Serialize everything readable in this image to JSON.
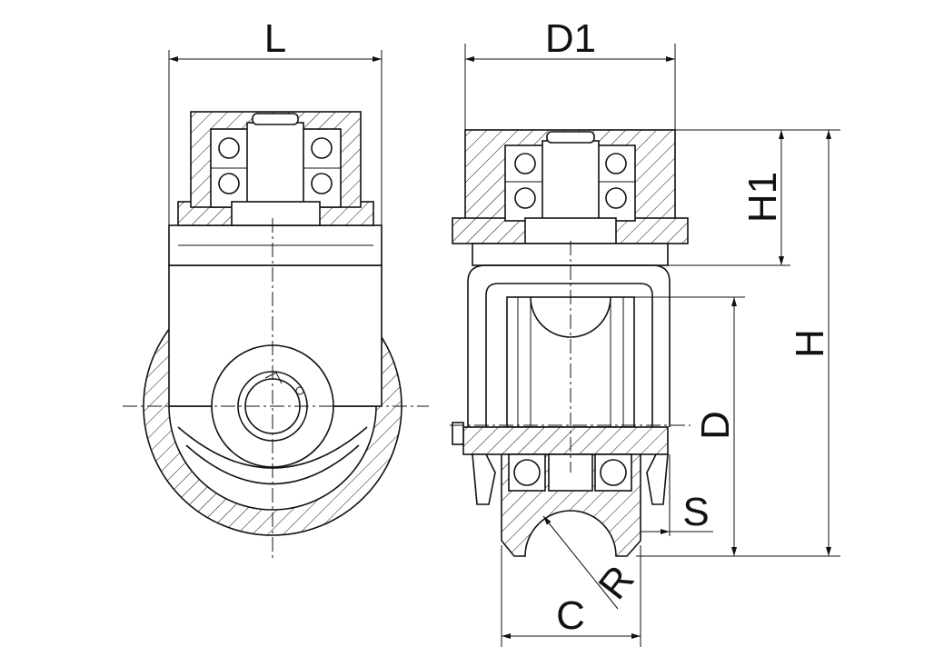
{
  "drawing": {
    "dimensions": {
      "L": "L",
      "D1": "D1",
      "H1": "H1",
      "H": "H",
      "D": "D",
      "S": "S",
      "R": "R",
      "C": "C"
    }
  }
}
